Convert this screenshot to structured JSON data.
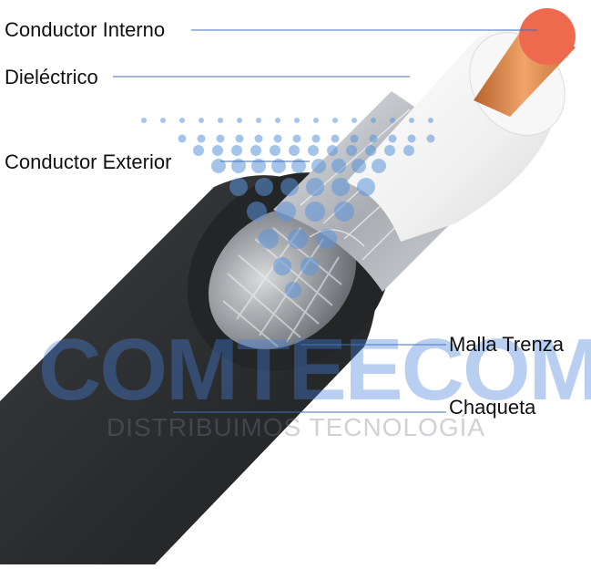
{
  "labels": {
    "inner_conductor": "Conductor Interno",
    "dielectric": "Dieléctrico",
    "outer_conductor": "Conductor Exterior",
    "braid": "Malla Trenza",
    "jacket": "Chaqueta"
  },
  "watermark": {
    "brand": "COMTEECOM",
    "tagline": "DISTRIBUIMOS TECNOLOGÍA"
  },
  "colors": {
    "jacket": "#2b2d2f",
    "dielectric": "#f2f2f2",
    "copper": "#d9824a",
    "copper_tip": "#ee6a4e",
    "foil": "#b9bcc0",
    "leader_line": "#3f6fb5",
    "watermark": "#4682dc"
  }
}
